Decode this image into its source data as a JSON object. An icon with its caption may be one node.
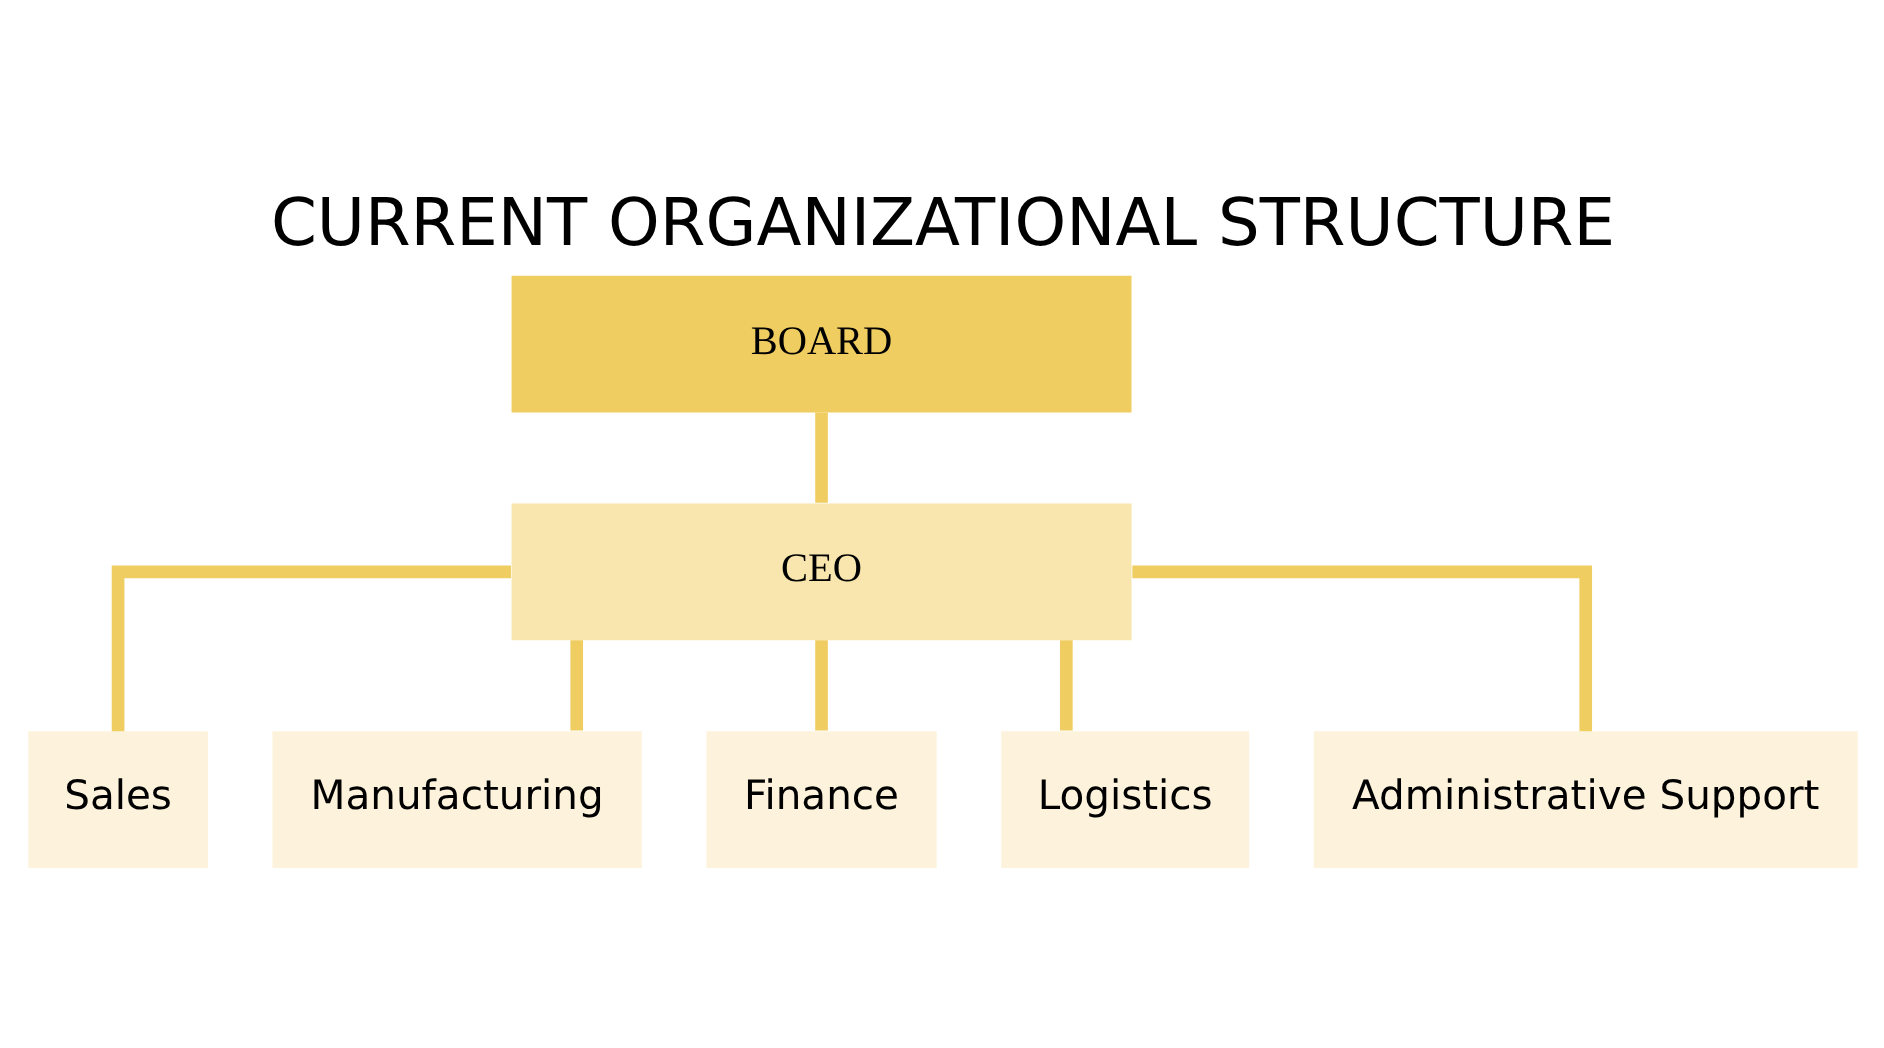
{
  "diagram": {
    "title": "CURRENT ORGANIZATIONAL STRUCTURE",
    "nodes": [
      {
        "text": [
          "BOARD"
        ]
      },
      {
        "text": [
          "CEO"
        ]
      },
      {
        "text": [
          "Sales"
        ]
      },
      {
        "text": [
          "Manufacturing"
        ]
      },
      {
        "text": [
          "Finance"
        ]
      },
      {
        "text": [
          "Logistics"
        ]
      },
      {
        "text": [
          "Administrative Support"
        ]
      }
    ],
    "edges": [
      {
        "from": 0,
        "to": 1,
        "arrow": "none"
      },
      {
        "from": 1,
        "to": 2,
        "arrow": "none"
      },
      {
        "from": 1,
        "to": 3,
        "arrow": "none"
      },
      {
        "from": 1,
        "to": 4,
        "arrow": "none"
      },
      {
        "from": 1,
        "to": 5,
        "arrow": "none"
      },
      {
        "from": 1,
        "to": 6,
        "arrow": "none"
      }
    ]
  }
}
